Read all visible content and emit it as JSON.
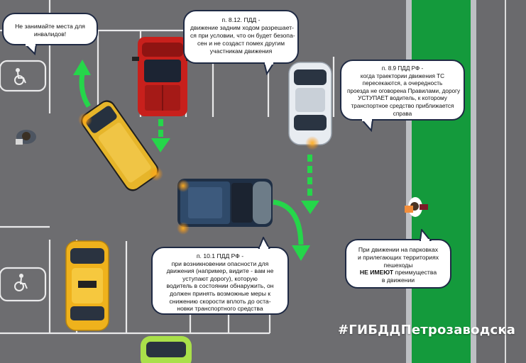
{
  "bubbles": {
    "disabled_spot": {
      "lines": [
        "Не занимайте места для",
        "инвалидов!"
      ]
    },
    "reverse_rule": {
      "lines": [
        "п. 8.12. ПДД -",
        "движение задним ходом разрешает-",
        "ся при условии, что он будет безопа-",
        "сен и не создаст помех другим",
        "участникам движения"
      ]
    },
    "crossing_rule": {
      "lines": [
        "п. 8.9 ПДД РФ  -",
        "когда траектории движения ТС",
        "пересекаются, а очередность",
        "проезда не оговорена Правилами, дорогу",
        "УСТУПАЕТ водитель, к которому",
        "транспортное средство приближается",
        "справа"
      ]
    },
    "danger_rule": {
      "lines": [
        "п. 10.1 ПДД РФ -",
        "при возникновении опасности для",
        "движения (например, видите - вам не",
        "уступают дорогу), которую",
        "водитель в состоянии обнаружить, он",
        "должен  принять возможные меры к",
        "снижению скорости вплоть до оста-",
        "новки транспортного средства"
      ]
    },
    "pedestrian_rule": {
      "lines": [
        "При движении на  парковках",
        "и прилегающих территориях",
        "пешеходы"
      ],
      "bold": "НЕ ИМЕЮТ",
      "after_bold": " преимущества",
      "last": "в движении"
    }
  },
  "hashtag": "#ГИБДДПетрозаводска",
  "icons": [
    "wheelchair-icon",
    "wheelchair-icon"
  ],
  "colors": {
    "asphalt": "#6d6d70",
    "grass": "#149a3c",
    "arrow_green": "#25d64a",
    "bubble_border": "#1f2a44",
    "red_truck": "#c8201c",
    "yellow_van": "#e6b52a",
    "blue_pickup": "#2f4a6a",
    "white_car": "#e8ecf1",
    "taxi": "#efb21c",
    "lime_car": "#a9e04a"
  }
}
